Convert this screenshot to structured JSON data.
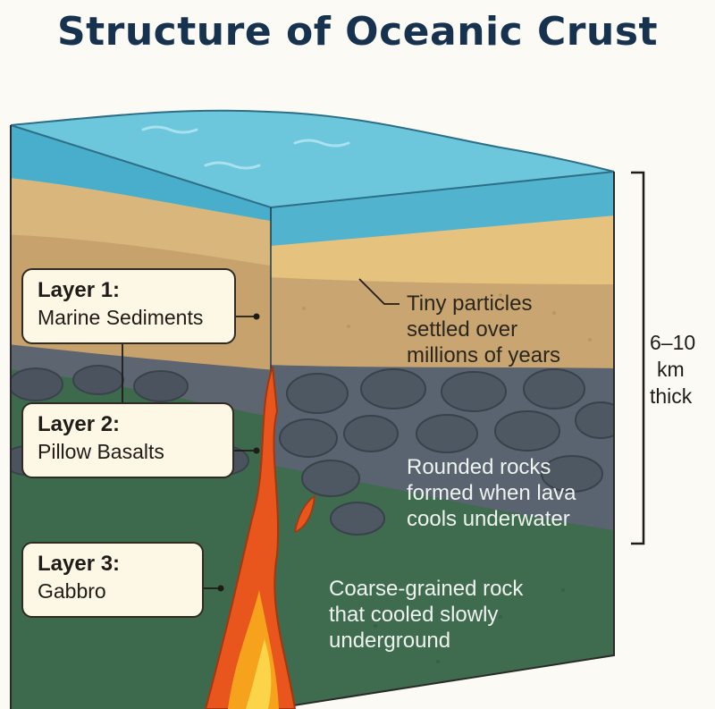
{
  "title": "Structure of Oceanic Crust",
  "layers": [
    {
      "title": "Layer 1:",
      "name": "Marine Sediments",
      "description": "Tiny particles settled over millions of years",
      "color": "#d9b77c"
    },
    {
      "title": "Layer 2:",
      "name": "Pillow Basalts",
      "description": "Rounded rocks formed when lava cools underwater",
      "color": "#5a6470"
    },
    {
      "title": "Layer 3:",
      "name": "Gabbro",
      "description": "Coarse-grained rock that cooled slowly underground",
      "color": "#3f6b4e"
    }
  ],
  "thickness": {
    "line1": "6–10",
    "line2": "km",
    "line3": "thick"
  },
  "colors": {
    "ocean": "#4fb3cf",
    "magma": "#e8561e",
    "title": "#16324f"
  }
}
